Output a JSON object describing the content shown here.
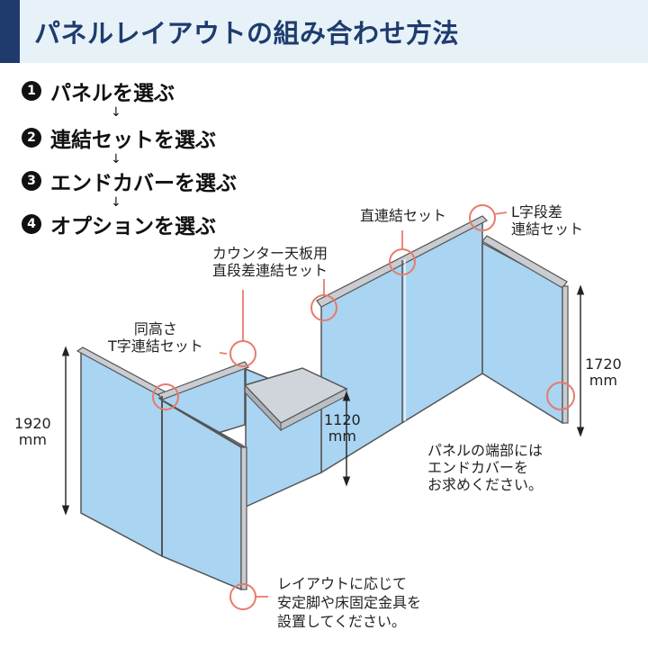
{
  "header": {
    "title": "パネルレイアウトの組み合わせ方法"
  },
  "steps": [
    {
      "number": "1",
      "label": "パネルを選ぶ"
    },
    {
      "number": "2",
      "label": "連結セットを選ぶ"
    },
    {
      "number": "3",
      "label": "エンドカバーを選ぶ"
    },
    {
      "number": "4",
      "label": "オプションを選ぶ"
    }
  ],
  "step_arrow": "↓",
  "callouts": {
    "direct_connection": "直連結セット",
    "l_step": [
      "L字段差",
      "連結セット"
    ],
    "counter_top": [
      "カウンター天板用",
      "直段差連結セット"
    ],
    "t_connection": [
      "同高さ",
      "T字連結セット"
    ],
    "end_cover": [
      "パネルの端部には",
      "エンドカバーを",
      "お求めください。"
    ],
    "stand_legs": [
      "レイアウトに応じて",
      "安定脚や床固定金具を",
      "設置してください。"
    ]
  },
  "dimensions": {
    "d1920": {
      "value": "1920",
      "unit": "mm"
    },
    "d1120": {
      "value": "1120",
      "unit": "mm"
    },
    "d1720": {
      "value": "1720",
      "unit": "mm"
    }
  },
  "colors": {
    "header_bg": "#e6f2f8",
    "header_bar": "#1f3b6e",
    "title": "#1f3b6e",
    "panel_fill": "#a9d4f2",
    "panel_top": "#c9ccd0",
    "highlight_circle": "#e97a6a"
  }
}
